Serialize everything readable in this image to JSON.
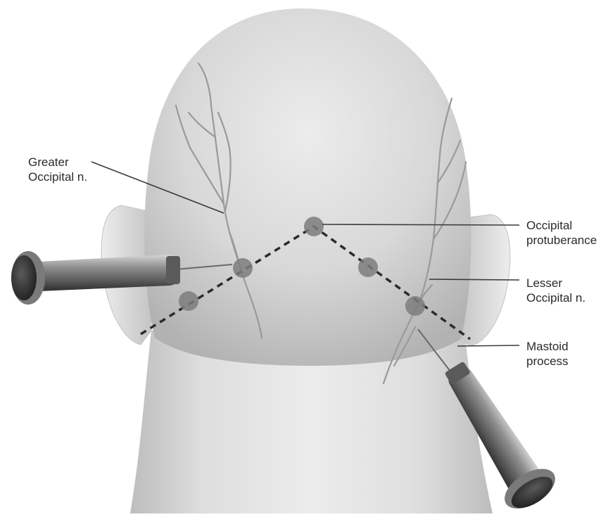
{
  "labels": {
    "greater_occipital": [
      "Greater",
      "Occipital n."
    ],
    "occipital_protuberance": [
      "Occipital",
      "protuberance"
    ],
    "lesser_occipital": [
      "Lesser",
      "Occipital n."
    ],
    "mastoid_process": [
      "Mastoid",
      "process"
    ]
  },
  "colors": {
    "background": "#ffffff",
    "skin_light": "#e9e9e9",
    "skin_mid": "#cfcfcf",
    "skin_shadow": "#a9a9a9",
    "nerve": "#9a9a9a",
    "injection_point": "#7d7d7d",
    "dashed_line": "#2b2b2b",
    "leader_line": "#3a3a3a",
    "syringe_dark": "#2e2e2e",
    "syringe_mid": "#8a8a8a",
    "text": "#2a2a2a"
  },
  "icons": {
    "left_syringe": "syringe-icon",
    "right_syringe": "syringe-icon"
  }
}
